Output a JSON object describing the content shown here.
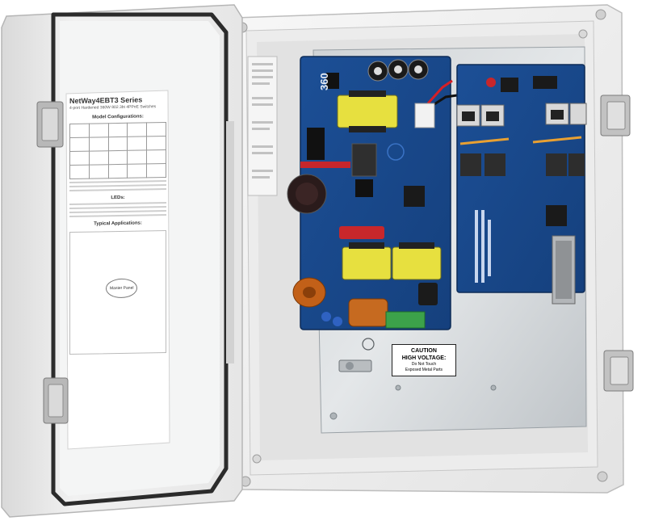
{
  "image": {
    "subject": "open-enclosure-with-network-switch"
  },
  "door_document": {
    "title": "NetWay4EBT3 Series",
    "subtitle": "4-port Hardened 360W 802.3bt 4PPoE Switches",
    "model_configurations_heading": "Model Configurations:",
    "leds_heading": "LEDs:",
    "typical_applications_heading": "Typical Applications:",
    "master_panel_label": "Master Panel"
  },
  "caution_label": {
    "line1": "CAUTION",
    "line2": "HIGH VOLTAGE:",
    "line3": "Do Not Touch",
    "line4": "Exposed Metal Parts"
  },
  "board_marking": "360"
}
